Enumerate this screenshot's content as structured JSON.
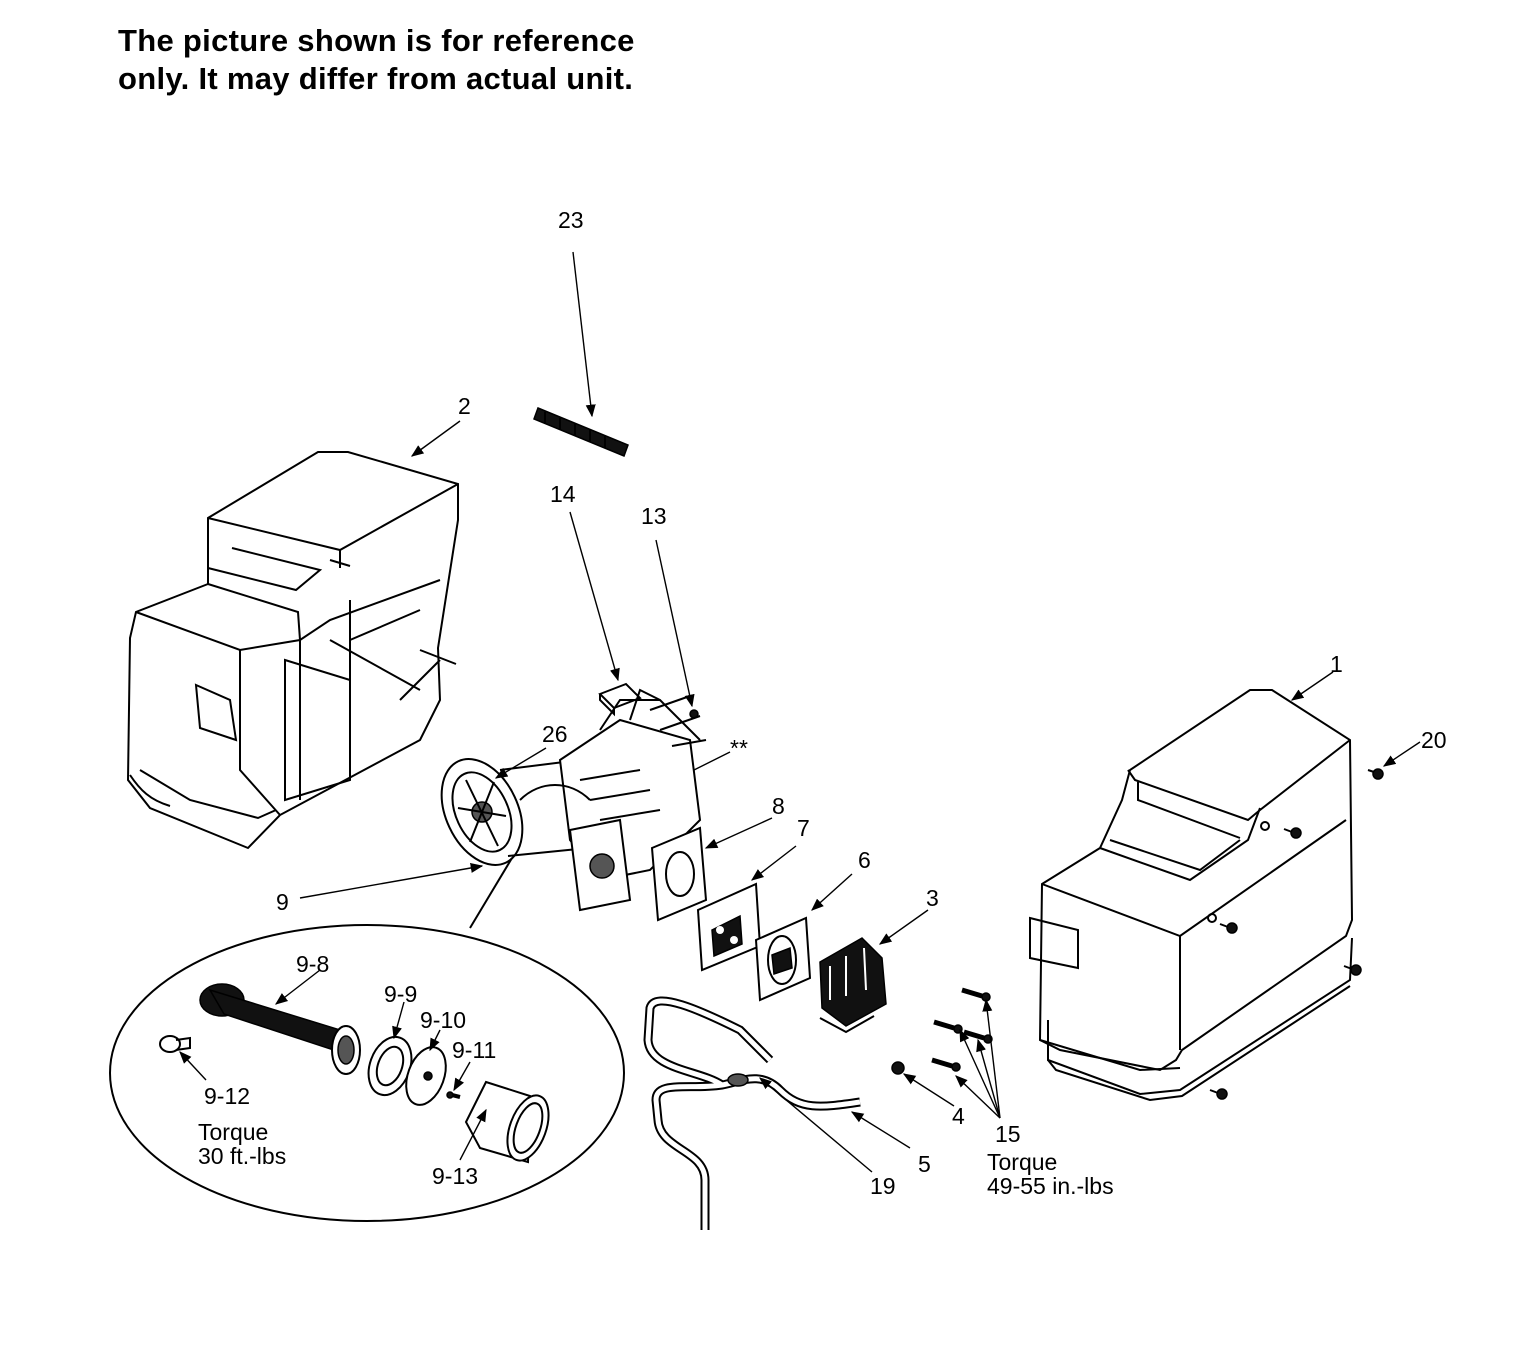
{
  "notice": {
    "line1": "The picture shown is for reference",
    "line2": "only. It may differ from actual unit."
  },
  "callouts": {
    "c1": "1",
    "c2": "2",
    "c3": "3",
    "c4": "4",
    "c5": "5",
    "c6": "6",
    "c7": "7",
    "c8": "8",
    "c9": "9",
    "c13": "13",
    "c14": "14",
    "c15": "15",
    "c19": "19",
    "c20": "20",
    "c23": "23",
    "c26": "26",
    "cstar": "**",
    "c9_8": "9-8",
    "c9_9": "9-9",
    "c9_10": "9-10",
    "c9_11": "9-11",
    "c9_12": "9-12",
    "c9_13": "9-13"
  },
  "torque": {
    "rod_label": "Torque",
    "rod_value": "30 ft.-lbs",
    "screw_label": "Torque",
    "screw_value": "49-55 in.-lbs"
  }
}
